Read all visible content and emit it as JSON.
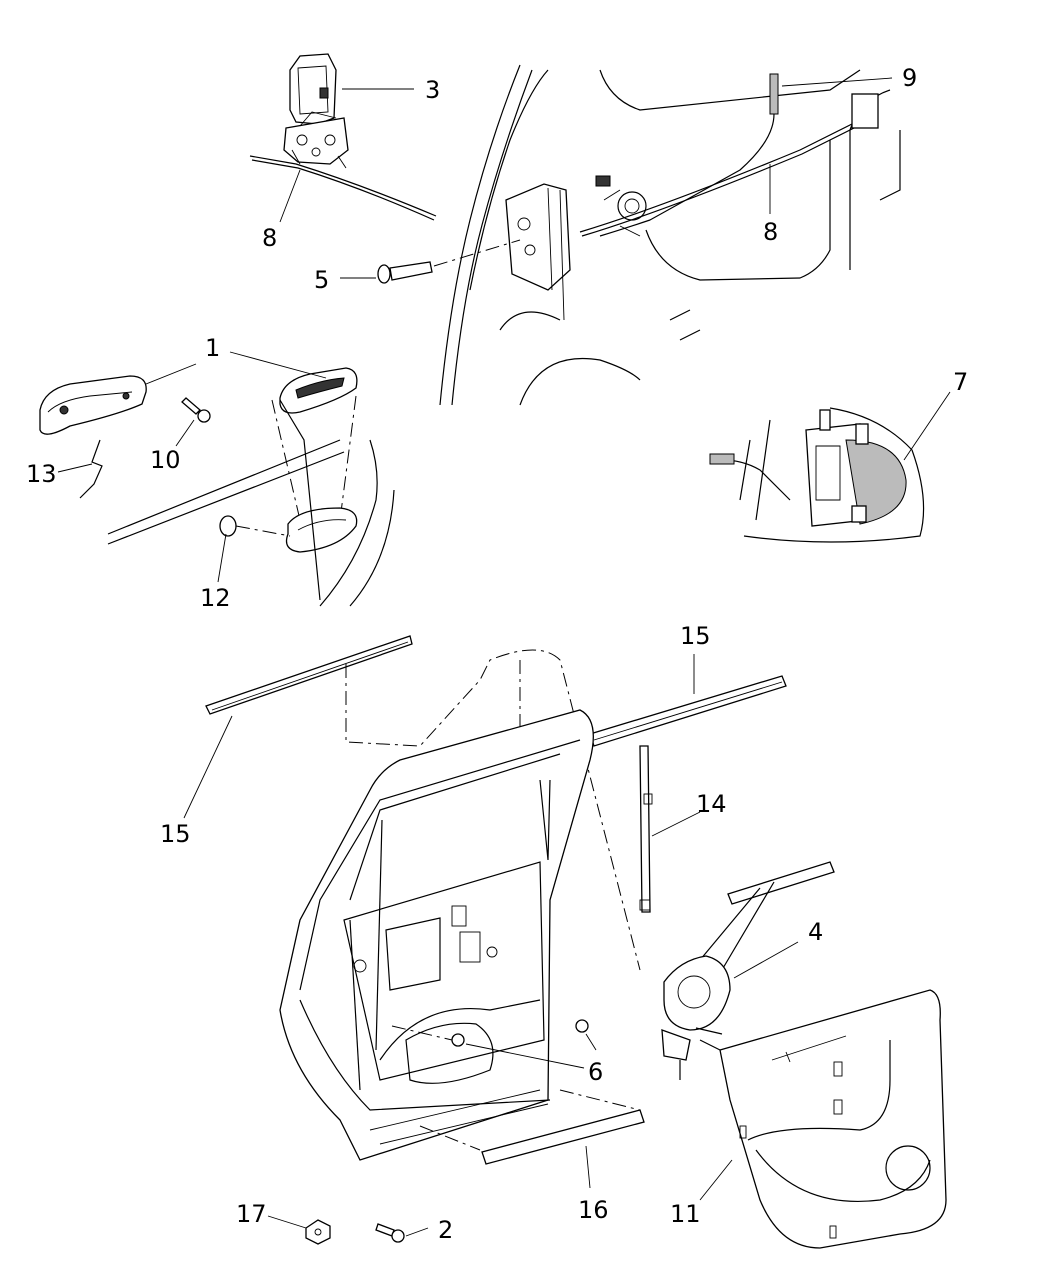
{
  "callouts": {
    "c1": "1",
    "c2": "2",
    "c3": "3",
    "c4": "4",
    "c5": "5",
    "c6": "6",
    "c7": "7",
    "c8a": "8",
    "c8b": "8",
    "c9": "9",
    "c10": "10",
    "c11": "11",
    "c12": "12",
    "c13": "13",
    "c14": "14",
    "c15a": "15",
    "c15b": "15",
    "c16": "16",
    "c17": "17"
  },
  "colors": {
    "ink": "#000000",
    "paper": "#ffffff",
    "shade": "#333333"
  }
}
